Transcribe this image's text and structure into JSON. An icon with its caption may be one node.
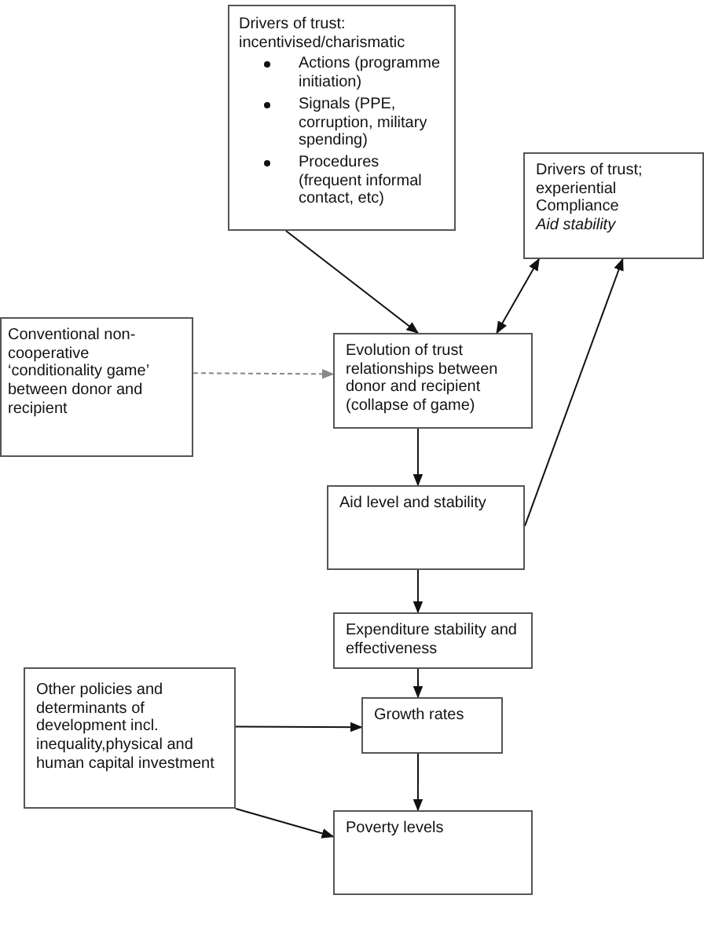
{
  "diagram": {
    "nodes": [
      {
        "text": [
          "Drivers of trust: incentivised/charismatic",
          "Actions (programme initiation)",
          "Signals (PPE, corruption, military spending)",
          "Procedures (frequent informal contact, etc)"
        ]
      },
      {
        "text": [
          "Drivers of trust; experiential",
          "Compliance",
          "Aid stability"
        ]
      },
      {
        "text": [
          "Conventional non-cooperative ‘conditionality game’ between donor and recipient"
        ]
      },
      {
        "text": [
          "Evolution of trust relationships between donor and recipient (collapse of game)"
        ]
      },
      {
        "text": [
          "Aid level and stability"
        ]
      },
      {
        "text": [
          "Expenditure stability and effectiveness"
        ]
      },
      {
        "text": [
          "Other policies and determinants of development incl. inequality,physical and human capital investment"
        ]
      },
      {
        "text": [
          "Growth rates"
        ]
      },
      {
        "text": [
          "Poverty levels"
        ]
      }
    ],
    "edges": [
      {
        "from": 0,
        "to": 3,
        "arrow": "to"
      },
      {
        "from": 1,
        "to": 3,
        "arrow": "both"
      },
      {
        "from": 2,
        "to": 3,
        "arrow": "to",
        "style": "dashed",
        "color": "#888888"
      },
      {
        "from": 3,
        "to": 4,
        "arrow": "to"
      },
      {
        "from": 4,
        "to": 1,
        "arrow": "to"
      },
      {
        "from": 4,
        "to": 5,
        "arrow": "to"
      },
      {
        "from": 5,
        "to": 7,
        "arrow": "to"
      },
      {
        "from": 6,
        "to": 7,
        "arrow": "to"
      },
      {
        "from": 7,
        "to": 8,
        "arrow": "to"
      },
      {
        "from": 6,
        "to": 8,
        "arrow": "to"
      }
    ]
  }
}
